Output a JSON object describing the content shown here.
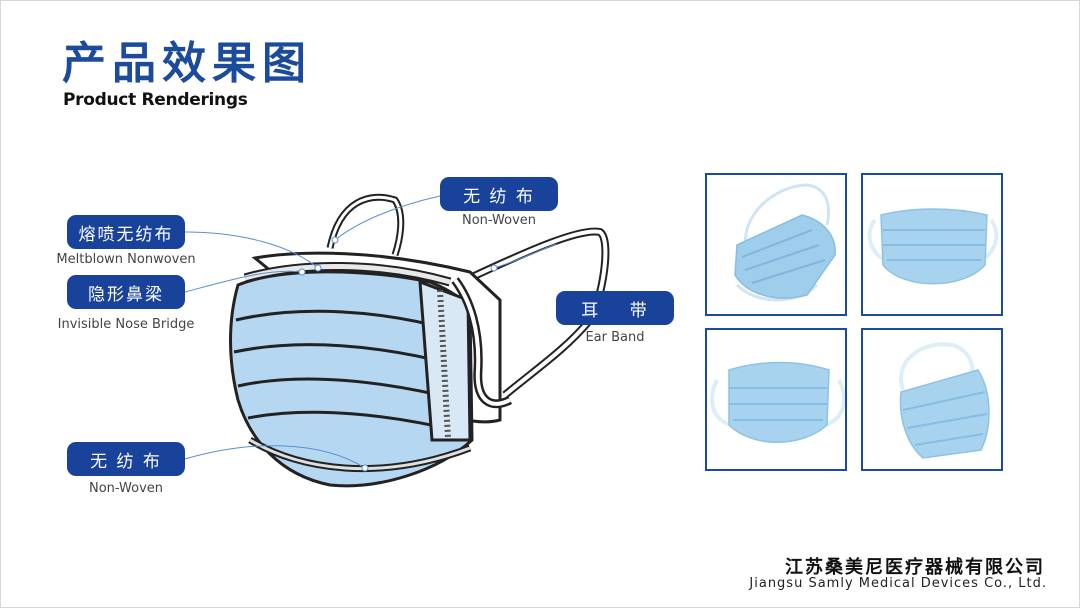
{
  "header": {
    "title_cn": "产品效果图",
    "title_en": "Product Renderings"
  },
  "callouts": [
    {
      "id": "nonwoven-top",
      "label_cn": "无 纺 布",
      "label_en": "Non-Woven"
    },
    {
      "id": "meltblown",
      "label_cn": "熔喷无纺布",
      "label_en": "Meltblown Nonwoven"
    },
    {
      "id": "nose-bridge",
      "label_cn": "隐形鼻梁",
      "label_en": "Invisible Nose Bridge"
    },
    {
      "id": "ear-band",
      "label_cn": "耳    带",
      "label_en": "Ear Band"
    },
    {
      "id": "nonwoven-bottom",
      "label_cn": "无 纺 布",
      "label_en": "Non-Woven"
    }
  ],
  "colors": {
    "brand_blue": "#19439a",
    "mask_blue": "#b5d7f2",
    "mask_outline": "#222222"
  },
  "footer": {
    "company_cn": "江苏桑美尼医疗器械有限公司",
    "company_en": "Jiangsu Samly Medical Devices Co., Ltd."
  }
}
